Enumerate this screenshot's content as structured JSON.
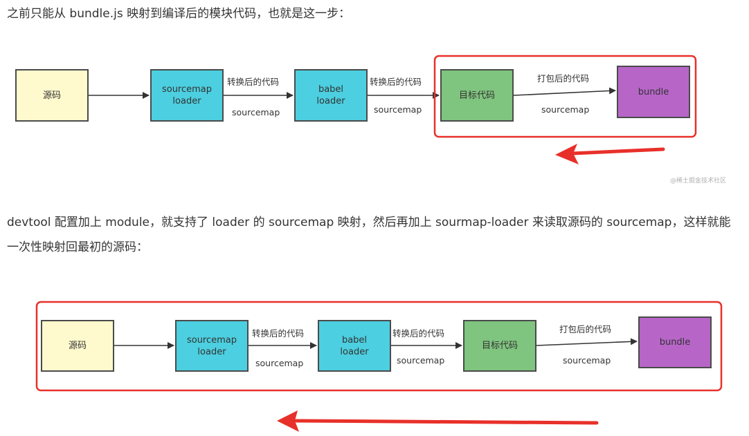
{
  "paragraphs": {
    "p1": "之前只能从 bundle.js 映射到编译后的模块代码，也就是这一步：",
    "p2": "devtool 配置加上 module，就支持了 loader 的 sourcemap 映射，然后再加上 sourmap-loader 来读取源码的 sourcemap，这样就能一次性映射回最初的源码："
  },
  "diagram1": {
    "nodes": {
      "source": "源码",
      "sourcemap_loader": "sourcemap\nloader",
      "babel_loader": "babel\nloader",
      "target": "目标代码",
      "bundle": "bundle"
    },
    "edges": {
      "e1_top": "转换后的代码",
      "e1_bottom": "sourcemap",
      "e2_top": "转换后的代码",
      "e2_bottom": "sourcemap",
      "e3_top": "打包后的代码",
      "e3_bottom": "sourcemap"
    },
    "watermark": "@稀土掘金技术社区"
  },
  "diagram2": {
    "nodes": {
      "source": "源码",
      "sourcemap_loader": "sourcemap\nloader",
      "babel_loader": "babel\nloader",
      "target": "目标代码",
      "bundle": "bundle"
    },
    "edges": {
      "e1_top": "转换后的代码",
      "e1_bottom": "sourcemap",
      "e2_top": "转换后的代码",
      "e2_bottom": "sourcemap",
      "e3_top": "打包后的代码",
      "e3_bottom": "sourcemap"
    }
  },
  "colors": {
    "highlight": "#e8302a",
    "source_box": "#fffacd",
    "loader_box": "#4ccfe0",
    "target_box": "#7fc47f",
    "bundle_box": "#b766c8"
  }
}
